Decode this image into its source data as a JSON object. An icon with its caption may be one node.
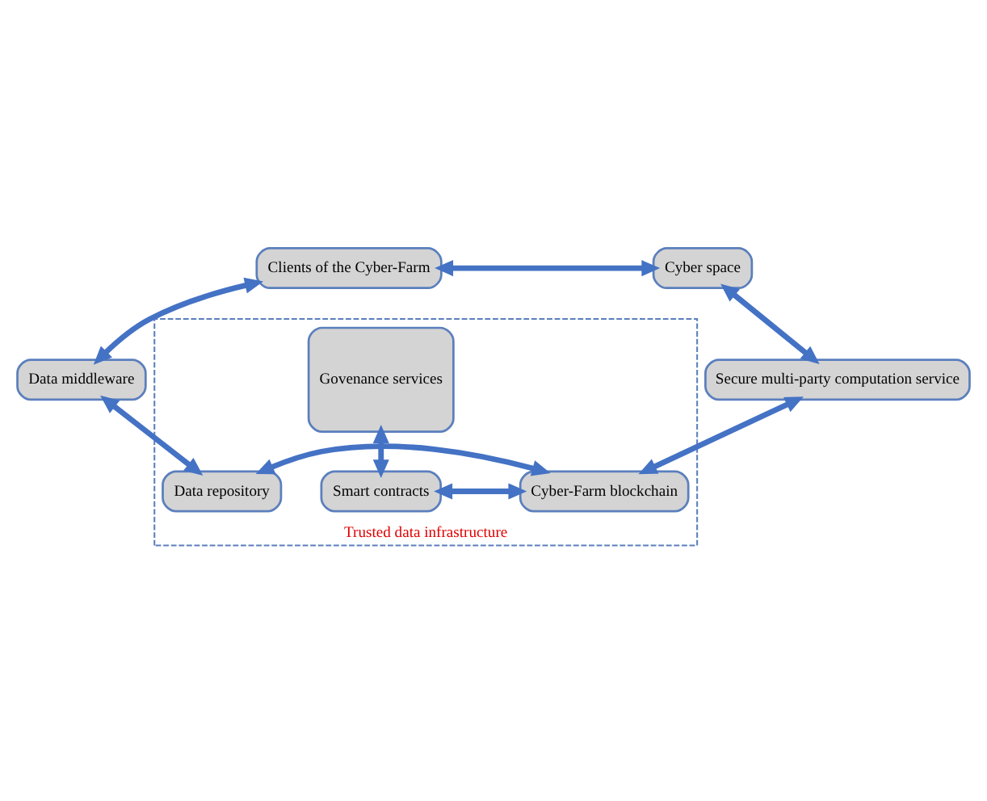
{
  "diagram": {
    "nodes": [
      {
        "text": [
          "Clients of the Cyber-Farm"
        ]
      },
      {
        "text": [
          "Cyber space"
        ]
      },
      {
        "text": [
          "Data middleware"
        ]
      },
      {
        "text": [
          "Secure multi-party computation service"
        ]
      },
      {
        "text": [
          "Trusted data infrastructure"
        ]
      },
      {
        "text": [
          "Govenance services"
        ],
        "in": 4
      },
      {
        "text": [
          "Data repository"
        ],
        "in": 4
      },
      {
        "text": [
          "Cyber-Farm blockchain"
        ],
        "in": 4
      },
      {
        "text": [
          "Smart contracts"
        ],
        "in": 4
      }
    ],
    "edges": [
      {
        "from": 0,
        "to": 1,
        "arrow": "both"
      },
      {
        "from": 0,
        "to": 2,
        "arrow": "both"
      },
      {
        "from": 1,
        "to": 3,
        "arrow": "both"
      },
      {
        "from": 2,
        "to": 6,
        "arrow": "both"
      },
      {
        "from": 3,
        "to": 7,
        "arrow": "both"
      },
      {
        "from": 5,
        "to": 8,
        "arrow": "both"
      },
      {
        "from": 6,
        "to": 7,
        "arrow": "both"
      },
      {
        "from": 7,
        "to": 8,
        "arrow": "both"
      }
    ]
  }
}
